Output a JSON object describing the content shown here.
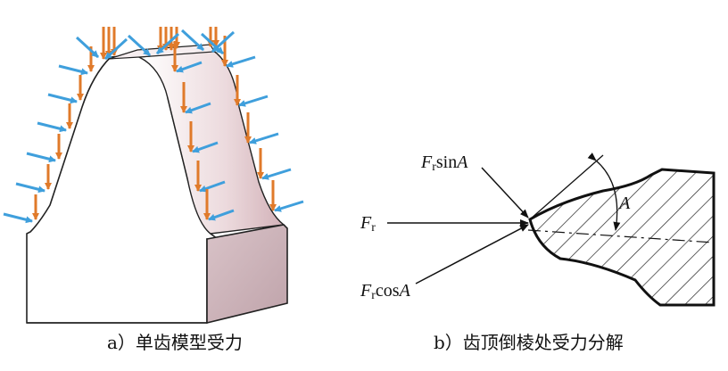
{
  "panel_a": {
    "caption": "a）单齿模型受力"
  },
  "panel_b": {
    "caption": "b）齿顶倒棱处受力分解",
    "labels": {
      "normal_force": {
        "main": "F",
        "sub": "r",
        "tail": "sinA"
      },
      "radial_force": {
        "main": "F",
        "sub": "r",
        "tail": ""
      },
      "tangential_force": {
        "main": "F",
        "sub": "r",
        "tail": "cosA"
      },
      "angle": "A"
    }
  },
  "colors": {
    "blue_arrow": "#3f9fdc",
    "orange_arrow": "#e07a2a",
    "flank_shade": "#d8b8bf",
    "face_shade": "#c9b3b9",
    "outline": "#222222"
  }
}
